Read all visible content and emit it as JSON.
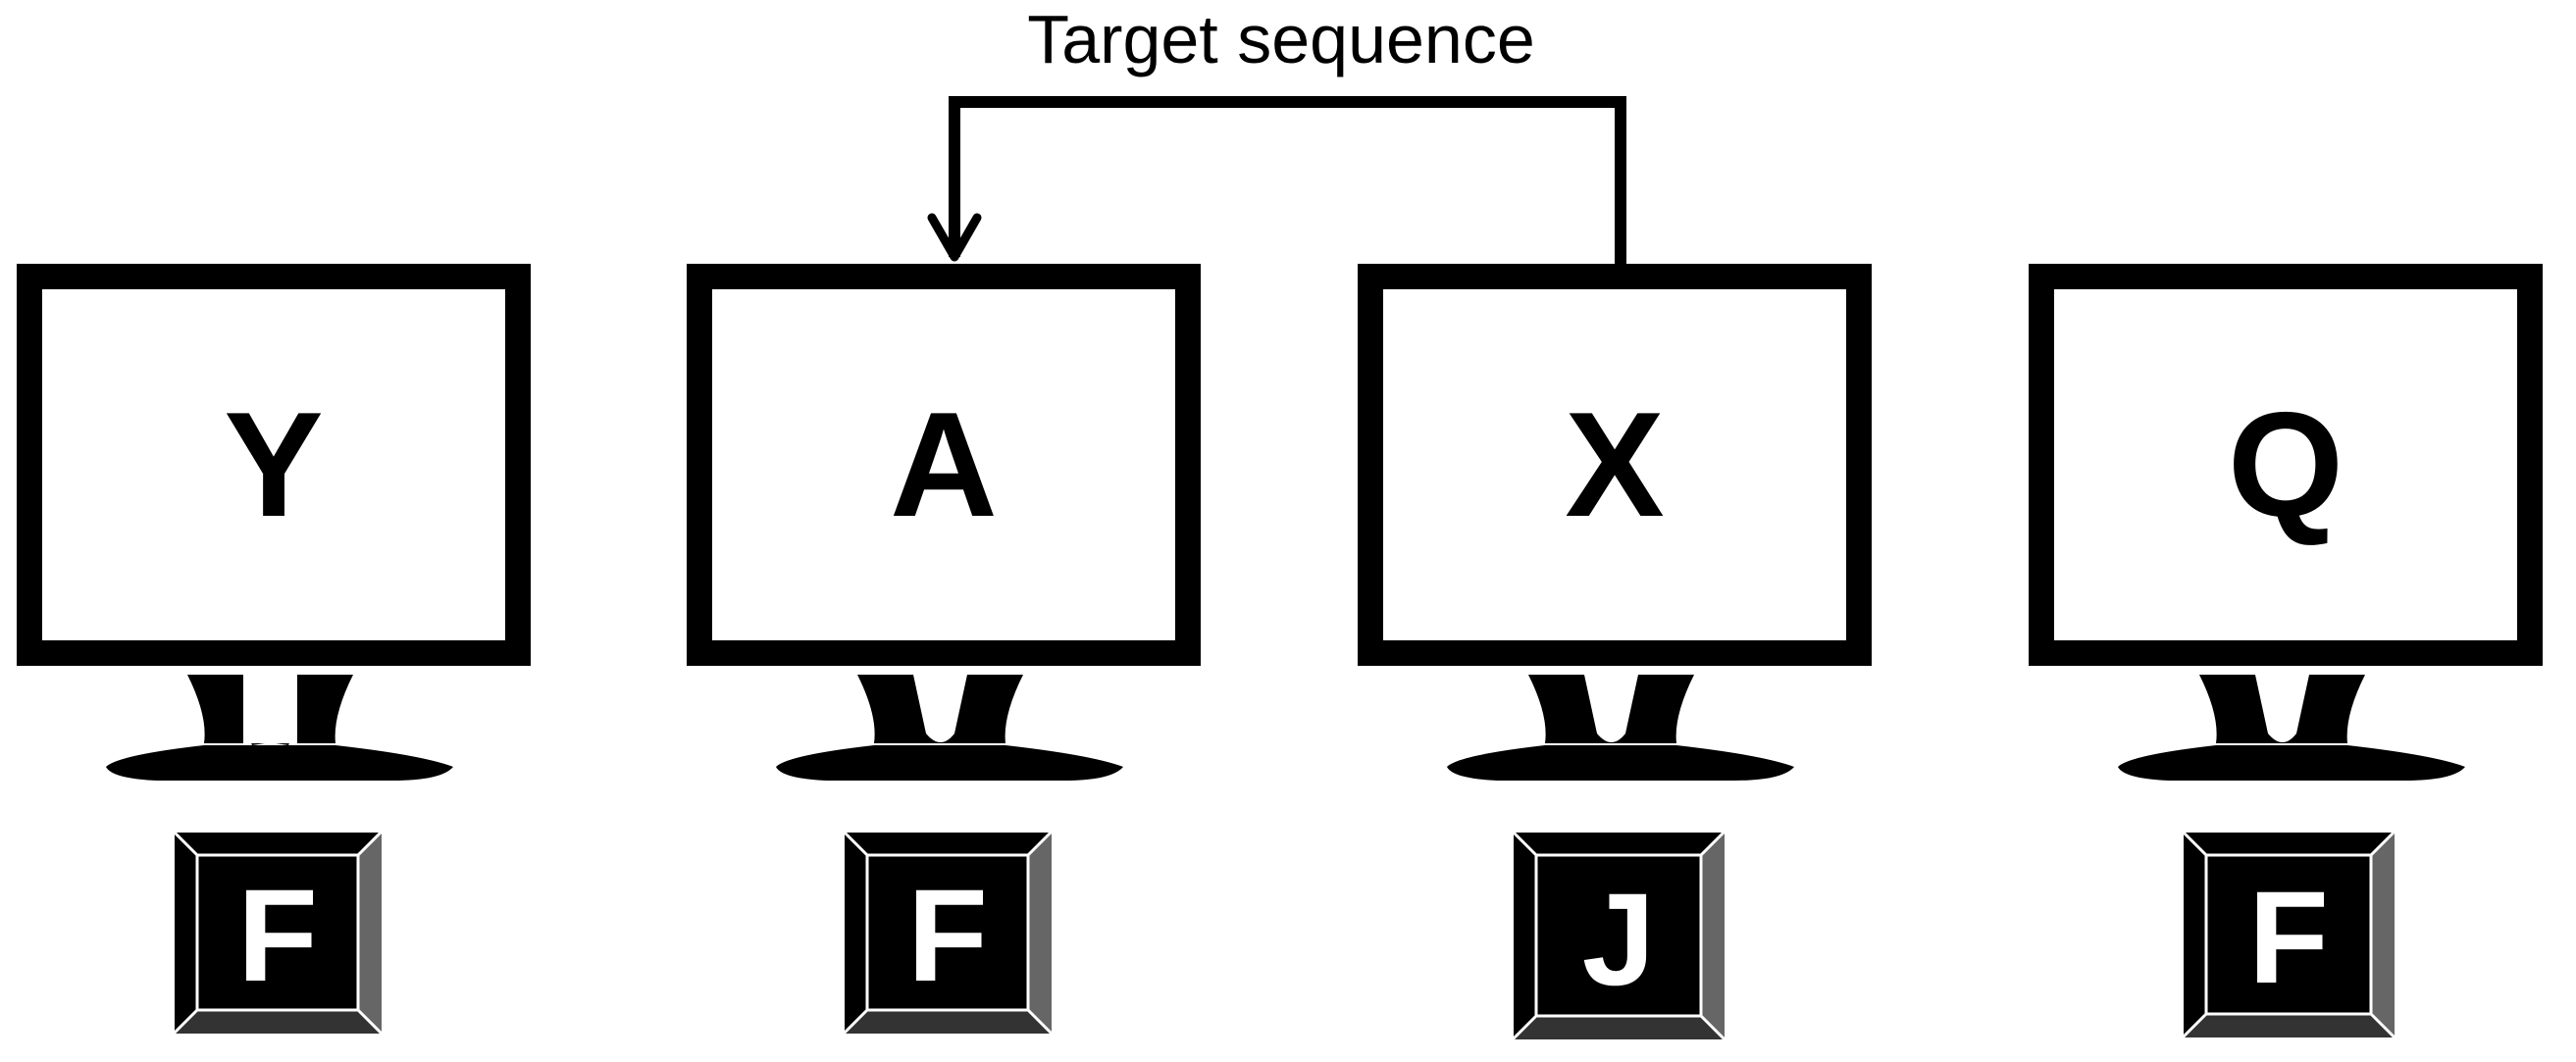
{
  "title": "Target sequence",
  "colors": {
    "ink": "#000000",
    "key_face": "#000000",
    "key_bevel_right": "#666666",
    "key_bevel_bottom": "#333333",
    "key_outline": "#ffffff",
    "screen": "#ffffff"
  },
  "monitors": [
    {
      "letter": "Y",
      "key": "F"
    },
    {
      "letter": "A",
      "key": "F"
    },
    {
      "letter": "X",
      "key": "J"
    },
    {
      "letter": "Q",
      "key": "F"
    }
  ],
  "arrow": {
    "from": "X",
    "to": "A"
  }
}
